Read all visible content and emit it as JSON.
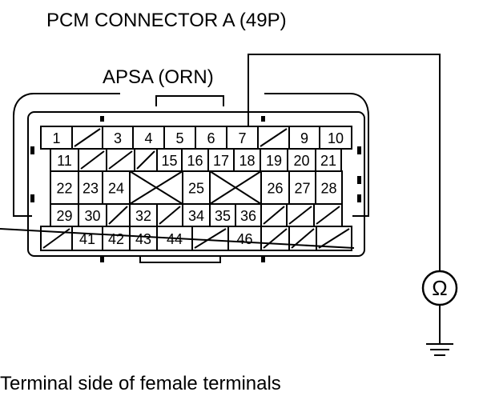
{
  "title": "PCM CONNECTOR A (49P)",
  "wire_label": "APSA (ORN)",
  "wire_pin": "7",
  "meter_symbol": "Ω",
  "meter_icon": "ohmmeter-icon",
  "ground_icon": "ground-icon",
  "caption": "Terminal side of female terminals",
  "rows": [
    [
      "1",
      "/",
      "3",
      "4",
      "5",
      "6",
      "7",
      "/",
      "9",
      "10"
    ],
    [
      "11",
      "/",
      "/",
      "/",
      "15",
      "16",
      "17",
      "18",
      "19",
      "20",
      "21"
    ],
    [
      "22",
      "23",
      "24",
      "X",
      "25",
      "X",
      "26",
      "27",
      "28"
    ],
    [
      "29",
      "30",
      "/",
      "32",
      "/",
      "34",
      "35",
      "36",
      "/",
      "/",
      "/"
    ],
    [
      "/",
      "41",
      "42",
      "43",
      "44",
      "/",
      "46",
      "/",
      "/",
      "/",
      "/"
    ]
  ]
}
